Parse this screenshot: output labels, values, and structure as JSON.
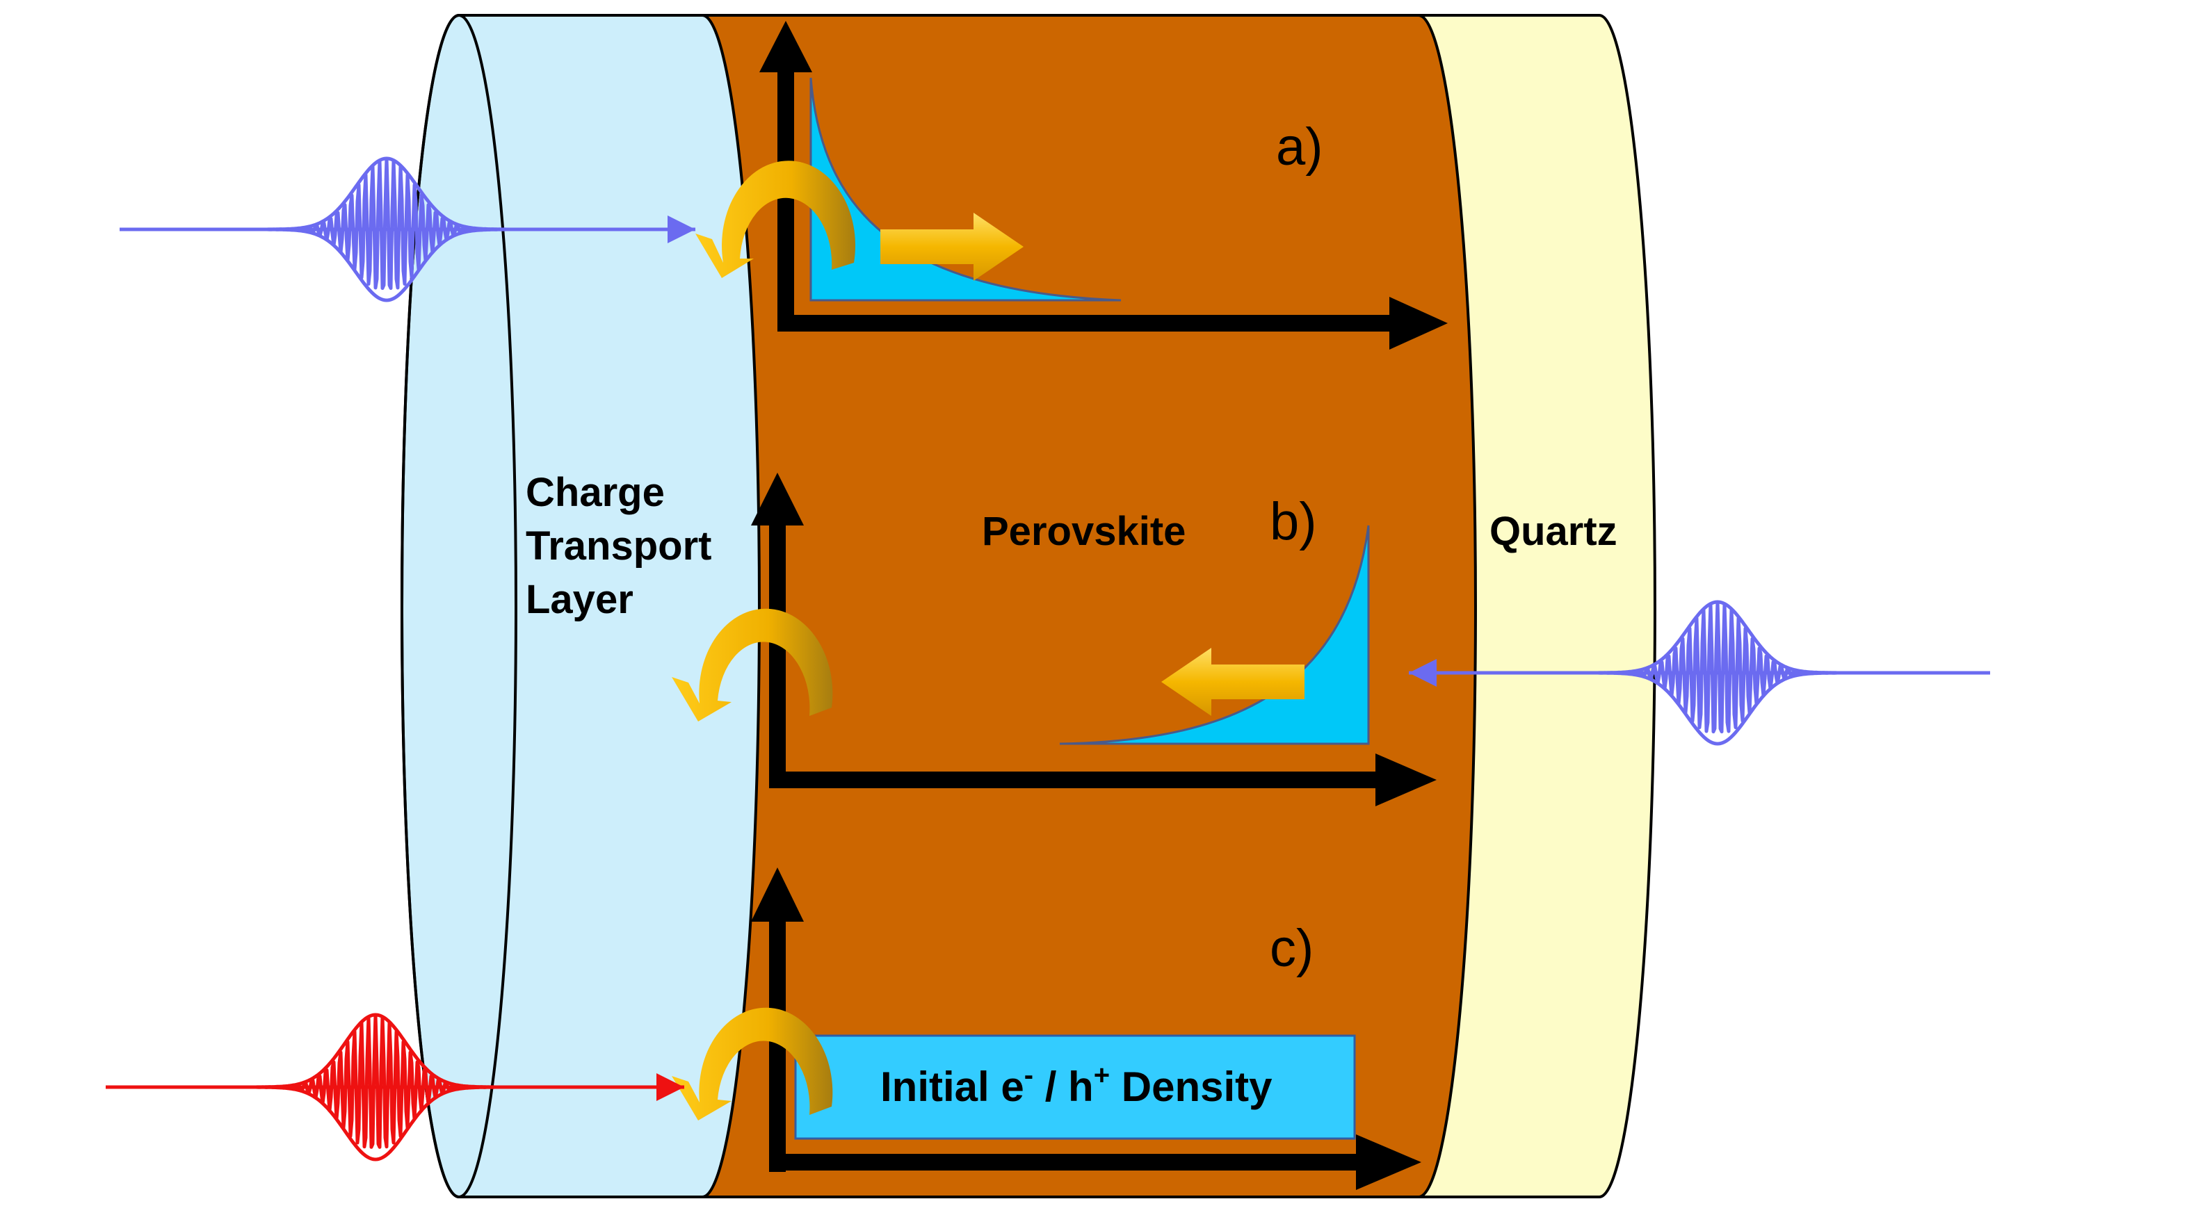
{
  "labels": {
    "charge_transport_line1": "Charge",
    "charge_transport_line2": "Transport",
    "charge_transport_line3": "Layer",
    "perovskite": "Perovskite",
    "quartz": "Quartz",
    "panel_a": "a)",
    "panel_b": "b)",
    "panel_c": "c)",
    "density_prefix": "Initial e",
    "density_minus": "-",
    "density_mid": " / h",
    "density_plus": "+",
    "density_suffix": " Density"
  },
  "colors": {
    "charge_transport_layer": "#cdeefb",
    "perovskite": "#cc6600",
    "quartz": "#fdfcc8",
    "carrier_fill": "#00c8f8",
    "density_box": "#33ccff",
    "arrow_orange": "#f5b700",
    "pulse_blue": "#6b6bf0",
    "pulse_red": "#ee1111",
    "axes": "#000000"
  },
  "icons": {
    "pulse": "gaussian-wave-packet-icon",
    "transfer": "curved-arrow-icon",
    "diffusion": "block-arrow-icon"
  }
}
